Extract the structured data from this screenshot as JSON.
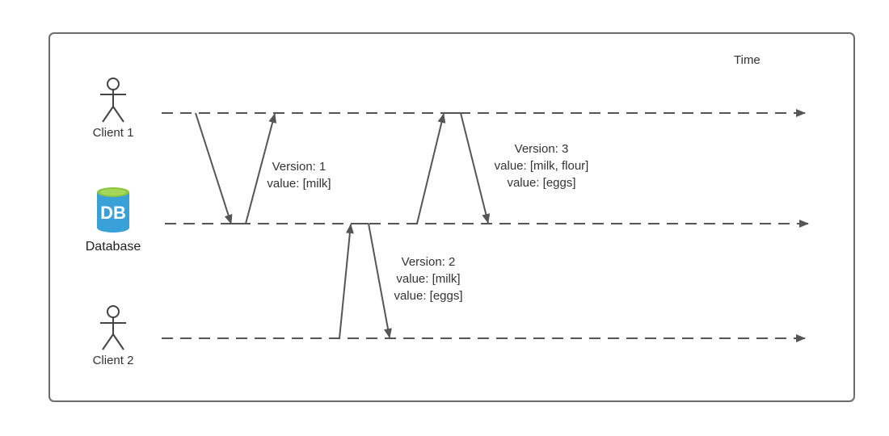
{
  "time_label": "Time",
  "actors": {
    "client1": {
      "label": "Client 1"
    },
    "database": {
      "label": "Database",
      "icon_text": "DB"
    },
    "client2": {
      "label": "Client 2"
    }
  },
  "notes": {
    "version1": {
      "line1": "Version: 1",
      "line2": "value: [milk]"
    },
    "version2": {
      "line1": "Version: 2",
      "line2": "value: [milk]",
      "line3": "value: [eggs]"
    },
    "version3": {
      "line1": "Version: 3",
      "line2": "value: [milk, flour]",
      "line3": "value: [eggs]"
    }
  },
  "colors": {
    "line": "#555555",
    "frame": "#6b6b6b",
    "db_blue": "#3aa0d8",
    "db_green": "#8dc63f"
  }
}
